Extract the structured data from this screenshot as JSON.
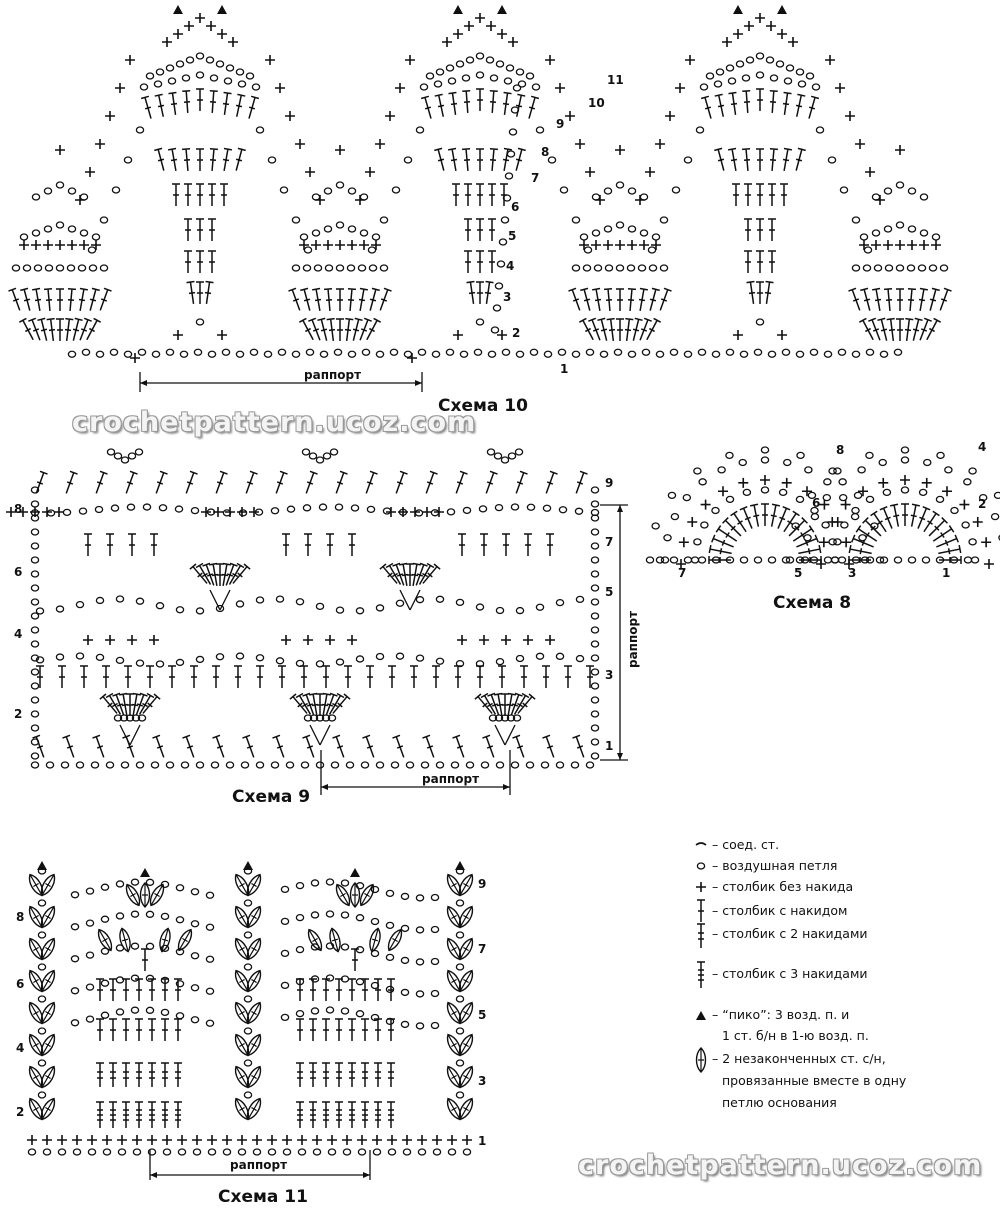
{
  "schemes": {
    "s10": {
      "title": "Схема 10",
      "repeat_label": "раппорт",
      "row_numbers": [
        "1",
        "2",
        "3",
        "4",
        "5",
        "6",
        "7",
        "8",
        "9",
        "10",
        "11"
      ]
    },
    "s9": {
      "title": "Схема 9",
      "repeat_label": "раппорт",
      "row_numbers_left": [
        "2",
        "4",
        "6",
        "8"
      ],
      "row_numbers_right": [
        "1",
        "3",
        "5",
        "7",
        "9"
      ]
    },
    "s8": {
      "title": "Схема 8",
      "row_numbers": [
        "1",
        "2",
        "3",
        "4",
        "5",
        "6",
        "7",
        "8"
      ]
    },
    "s11": {
      "title": "Схема 11",
      "repeat_label": "раппорт",
      "row_numbers_left": [
        "2",
        "4",
        "6",
        "8"
      ],
      "row_numbers_right": [
        "1",
        "3",
        "5",
        "7",
        "9"
      ]
    }
  },
  "legend": [
    {
      "icon": "slip-stitch-icon",
      "text": "– соед. ст."
    },
    {
      "icon": "chain-stitch-icon",
      "text": "– воздушная петля"
    },
    {
      "icon": "single-crochet-icon",
      "text": "– столбик без накида"
    },
    {
      "icon": "double-crochet-icon",
      "text": "– столбик с накидом"
    },
    {
      "icon": "treble-crochet-icon",
      "text": "– столбик с 2 накидами"
    },
    {
      "icon": "double-treble-icon",
      "text": "– столбик с 3 накидами"
    },
    {
      "icon": "picot-icon",
      "text": "– “пико”: 3 возд. п. и",
      "text2": "1 ст. б/н в 1-ю возд. п."
    },
    {
      "icon": "cluster-icon",
      "text": "– 2 незаконченных ст. с/н,",
      "text2": "провязанные вместе в одну",
      "text3": "петлю основания"
    }
  ],
  "watermark": "crochetpattern.ucoz.com",
  "colors": {
    "ink": "#111111",
    "watermark_fill": "#f4f4f4",
    "watermark_outline": "#9a9a9a"
  }
}
